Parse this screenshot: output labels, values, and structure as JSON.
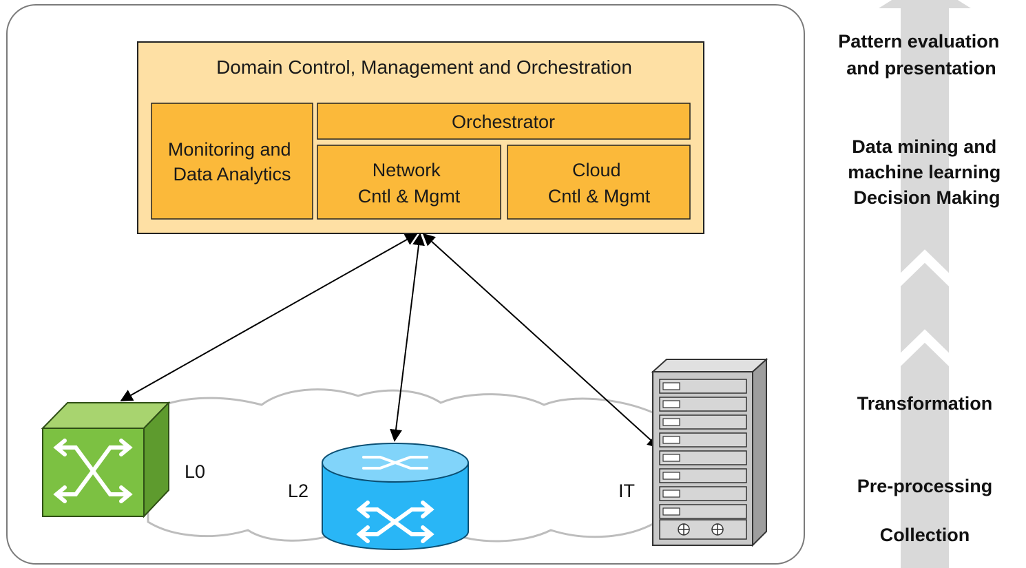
{
  "domain_box": {
    "title": "Domain Control, Management and Orchestration",
    "monitoring": {
      "line1": "Monitoring and",
      "line2": "Data Analytics"
    },
    "orchestrator": "Orchestrator",
    "network": {
      "line1": "Network",
      "line2": "Cntl & Mgmt"
    },
    "cloud": {
      "line1": "Cloud",
      "line2": "Cntl & Mgmt"
    }
  },
  "devices": {
    "l0": "L0",
    "l2": "L2",
    "it": "IT"
  },
  "stages": [
    {
      "lines": [
        "Pattern evaluation",
        "and presentation"
      ]
    },
    {
      "lines": [
        "Data mining and",
        "machine learning",
        "Decision Making"
      ]
    },
    {
      "lines": [
        "Transformation"
      ]
    },
    {
      "lines": [
        "Pre-processing"
      ]
    },
    {
      "lines": [
        "Collection"
      ]
    }
  ],
  "colors": {
    "outer_fill": "#FEE0A4",
    "inner_fill": "#FBB93A",
    "switch_front": "#7CC142",
    "switch_top": "#A8D46F",
    "switch_side": "#5E9B2E",
    "router_body": "#29B6F6",
    "router_top": "#81D4FA",
    "server_body": "#C9C9C9",
    "cloud_fill": "#FFFFFF",
    "arrow_band": "#D9D9D9"
  }
}
